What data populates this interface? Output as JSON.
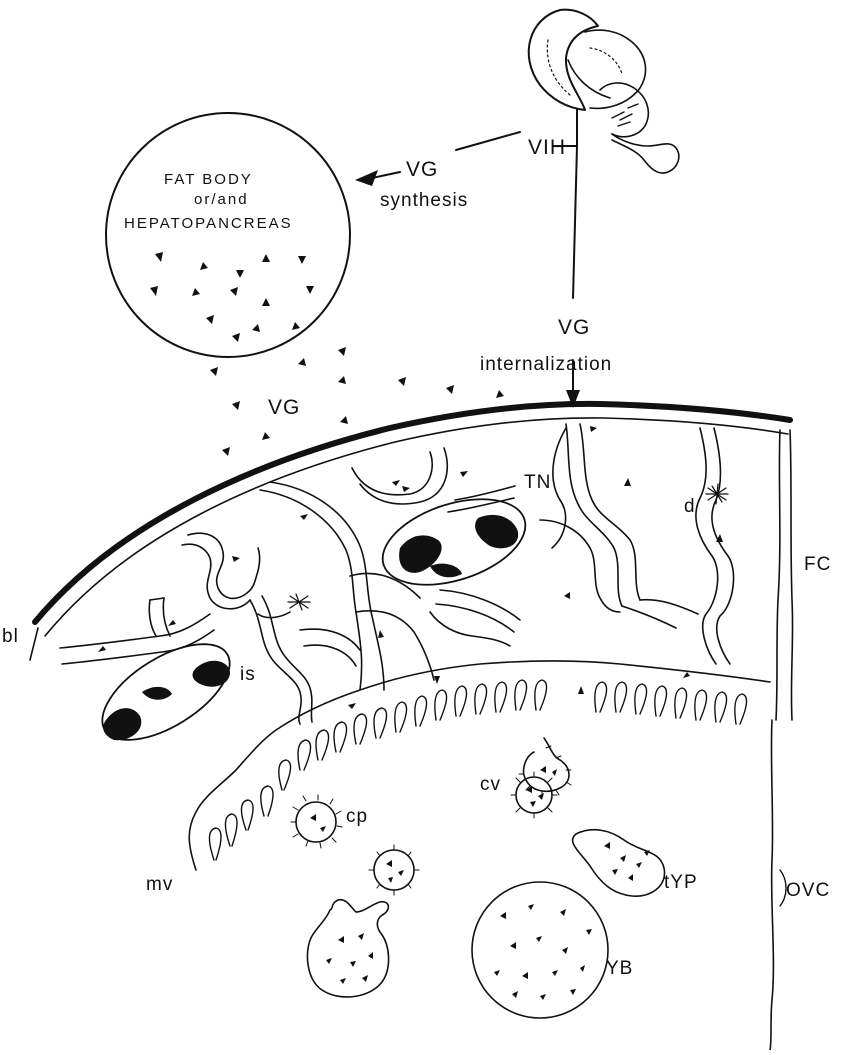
{
  "labels": {
    "fat_body_line1": "FAT BODY",
    "fat_body_line2": "or/and",
    "fat_body_line3": "HEPATOPANCREAS",
    "vih": "VIH",
    "vg_synthesis_vg": "VG",
    "vg_synthesis_word": "synthesis",
    "vg_internalization_vg": "VG",
    "vg_internalization_word": "internalization",
    "vg_hemolymph": "VG",
    "tn": "TN",
    "d": "d",
    "fc": "FC",
    "bl": "bl",
    "is": "is",
    "cv": "cv",
    "cp": "cp",
    "mv": "mv",
    "typ": "tYP",
    "ovc": "OVC",
    "yb": "YB"
  }
}
